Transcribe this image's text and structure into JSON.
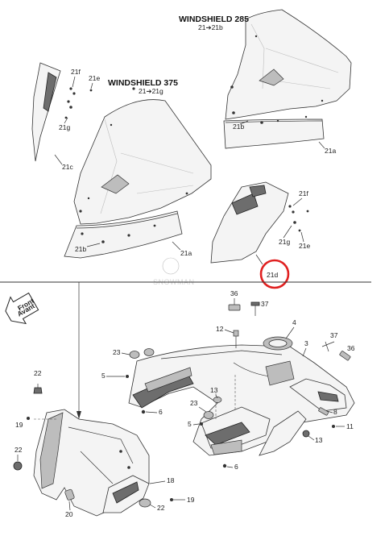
{
  "headings": {
    "ws285": "WINDSHIELD 285",
    "ws285_sub": "21➔21b",
    "ws375": "WINDSHIELD 375",
    "ws375_sub": "21➔21g"
  },
  "callouts": {
    "top_285": {
      "l21b": "21b",
      "l21a": "21a"
    },
    "top_left": {
      "l21f": "21f",
      "l21e": "21e",
      "l21g": "21g",
      "l21c": "21c"
    },
    "ws375": {
      "l21b": "21b",
      "l21a": "21a"
    },
    "deflector": {
      "l21f": "21f",
      "l21g": "21g",
      "l21e": "21e",
      "l21d": "21d"
    }
  },
  "front_arrow": {
    "line1": "Front",
    "line2": "Avant"
  },
  "lower_callouts": {
    "c36a": "36",
    "c37a": "37",
    "c4": "4",
    "c12": "12",
    "c37b": "37",
    "c3": "3",
    "c36b": "36",
    "c23a": "23",
    "c5a": "5",
    "c13a": "13",
    "c6a": "6",
    "c22a": "22",
    "c19a": "19",
    "c23b": "23",
    "c5b": "5",
    "c8": "8",
    "c11": "11",
    "c13b": "13",
    "c22b": "22",
    "c6b": "6",
    "c18": "18",
    "c19b": "19",
    "c20": "20",
    "c22c": "22"
  },
  "highlight": {
    "target": "21d",
    "color": "#e02020"
  },
  "watermark": "SNOWMAN"
}
